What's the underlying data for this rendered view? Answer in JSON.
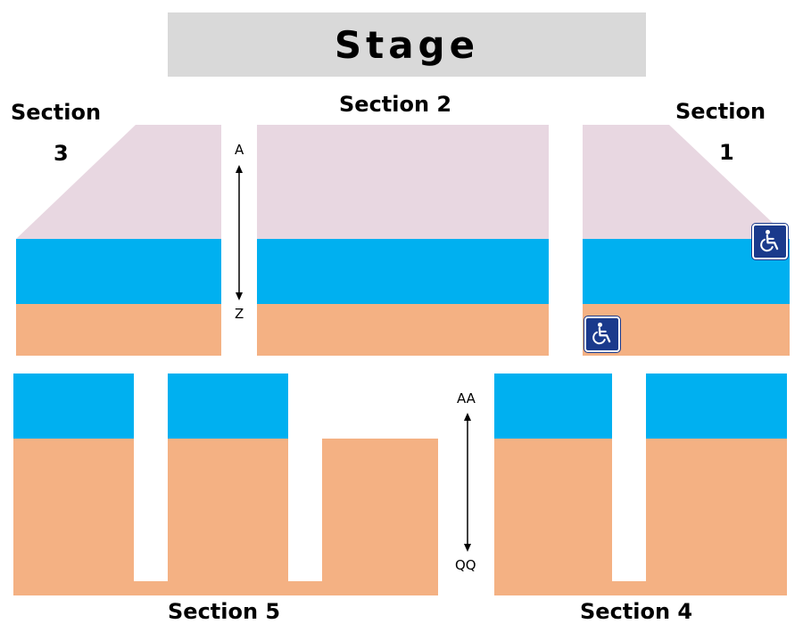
{
  "stage": {
    "label": "Stage"
  },
  "sections": {
    "s3": {
      "line1": "Section",
      "line2": "3"
    },
    "s2": {
      "label": "Section 2"
    },
    "s1": {
      "line1": "Section",
      "line2": "1"
    },
    "s5": {
      "label": "Section 5"
    },
    "s4": {
      "label": "Section 4"
    }
  },
  "row_ranges": {
    "upper": {
      "start": "A",
      "end": "Z"
    },
    "lower": {
      "start": "AA",
      "end": "QQ"
    }
  },
  "colors": {
    "stage": "#d9d9d9",
    "front_tier": "#e8d7e1",
    "middle_tier": "#00b0f0",
    "back_tier": "#f4b183",
    "accessible_badge": "#1a3a8c"
  },
  "icons": [
    "wheelchair-icon",
    "wheelchair-icon"
  ]
}
